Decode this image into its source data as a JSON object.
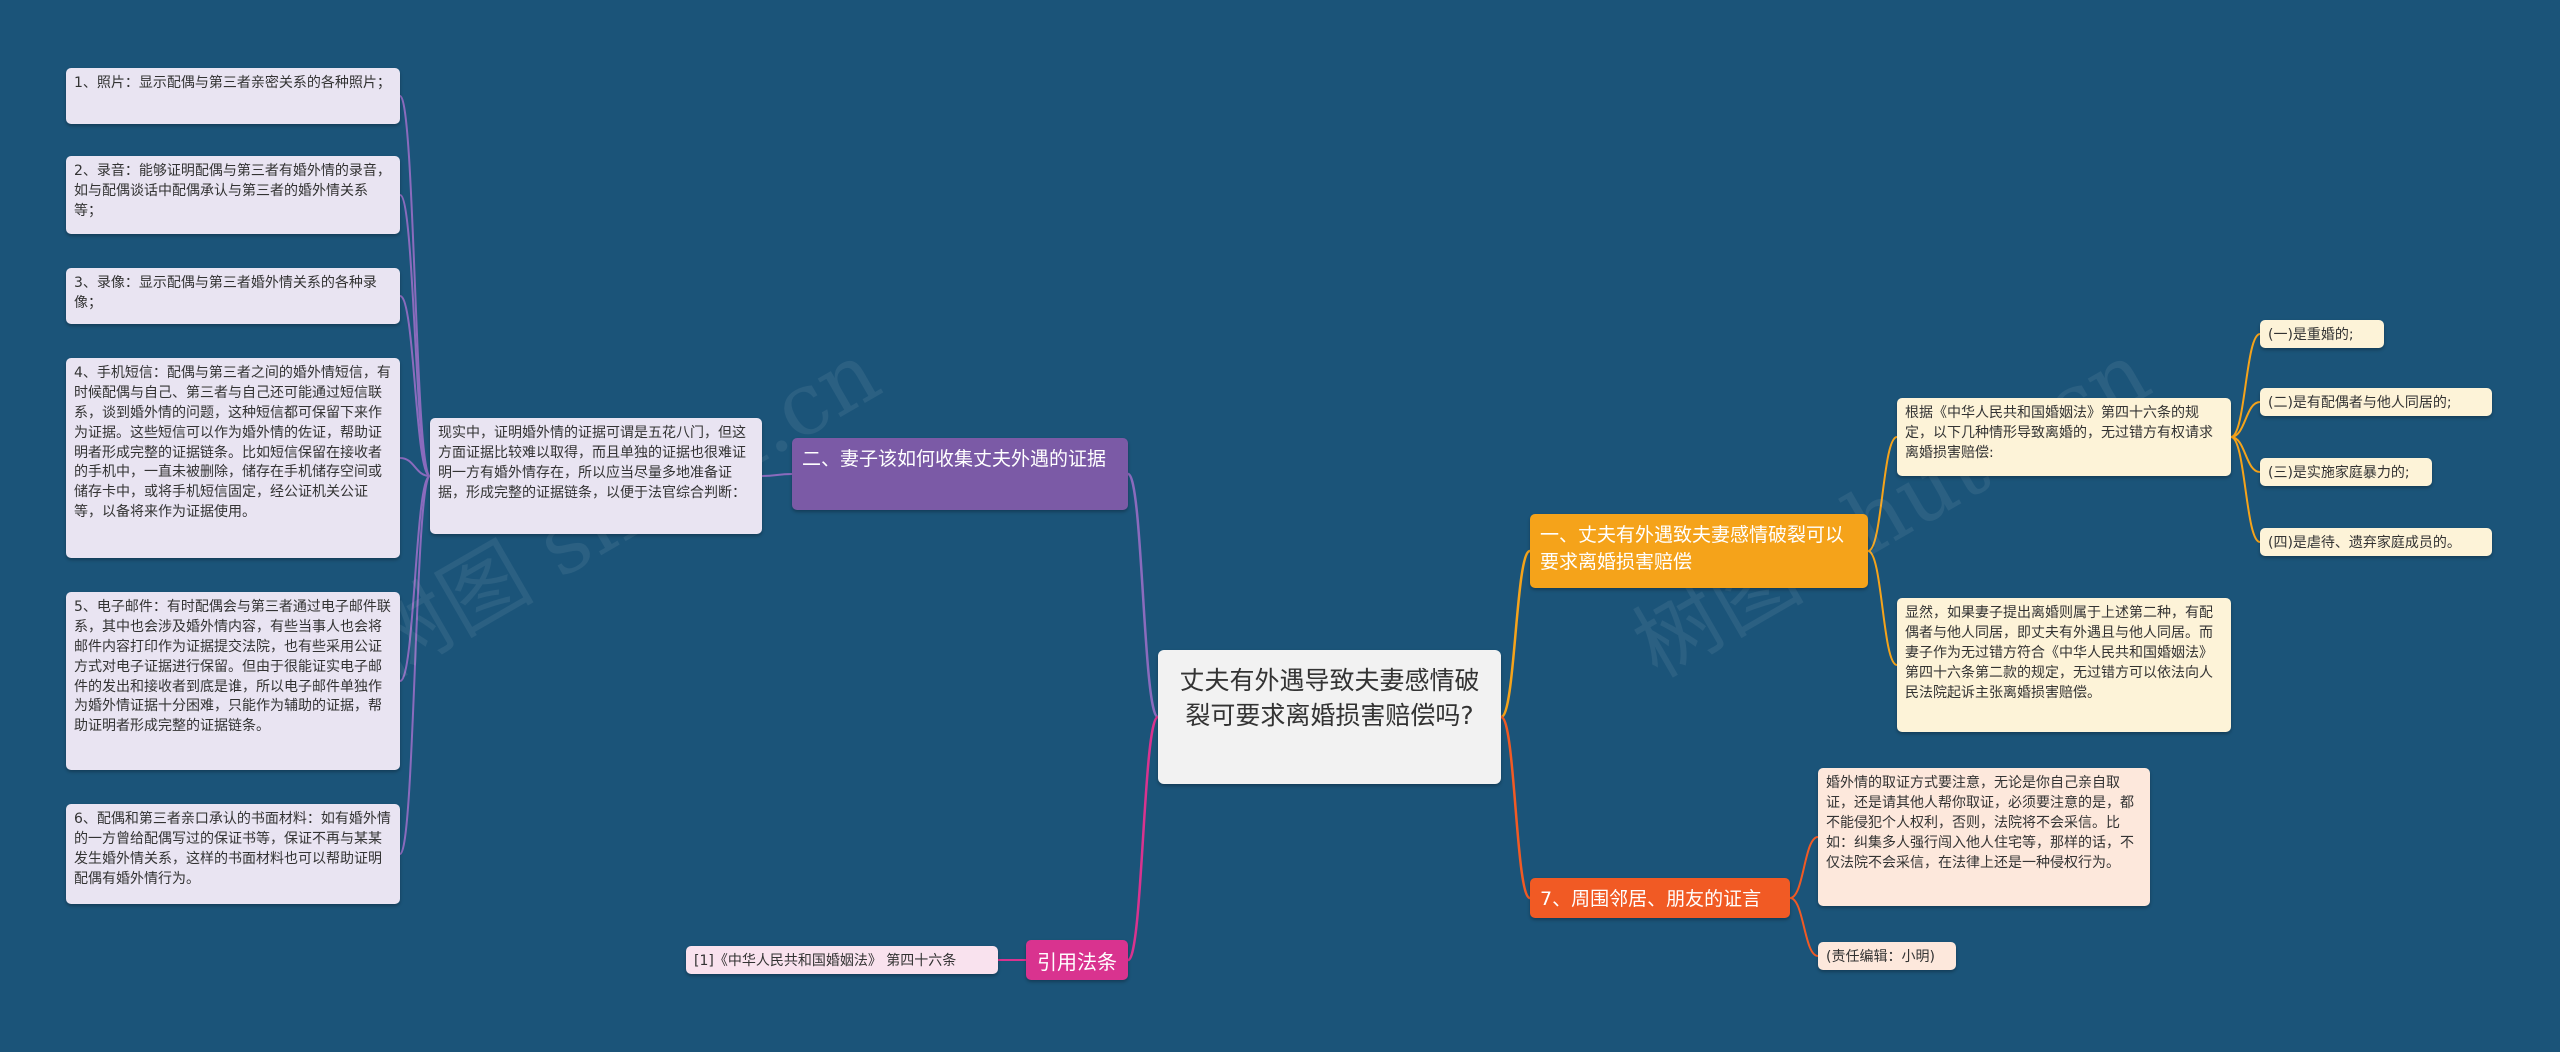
{
  "watermark": "树图 shutu.cn",
  "root": {
    "title": "丈夫有外遇导致夫妻感情破裂可要求离婚损害赔偿吗?"
  },
  "right": {
    "branch1": {
      "label": "一、丈夫有外遇致夫妻感情破裂可以要求离婚损害赔偿",
      "law_note": "根据《中华人民共和国婚姻法》第四十六条的规定，以下几种情形导致离婚的，无过错方有权请求离婚损害赔偿:",
      "items": [
        "(一)是重婚的;",
        "(二)是有配偶者与他人同居的;",
        "(三)是实施家庭暴力的;",
        "(四)是虐待、遗弃家庭成员的。"
      ],
      "conclusion": "显然，如果妻子提出离婚则属于上述第二种，有配偶者与他人同居，即丈夫有外遇且与他人同居。而妻子作为无过错方符合《中华人民共和国婚姻法》第四十六条第二款的规定，无过错方可以依法向人民法院起诉主张离婚损害赔偿。"
    },
    "branch7": {
      "label": "7、周围邻居、朋友的证言",
      "note": "婚外情的取证方式要注意，无论是你自己亲自取证，还是请其他人帮你取证，必须要注意的是，都不能侵犯个人权利，否则，法院将不会采信。比如：纠集多人强行闯入他人住宅等，那样的话，不仅法院不会采信，在法律上还是一种侵权行为。",
      "editor": "(责任编辑：小明)"
    }
  },
  "left": {
    "branch2": {
      "label": "二、妻子该如何收集丈夫外遇的证据",
      "summary": "现实中，证明婚外情的证据可谓是五花八门，但这方面证据比较难以取得，而且单独的证据也很难证明一方有婚外情存在，所以应当尽量多地准备证据，形成完整的证据链条，以便于法官综合判断：",
      "evidence": [
        "1、照片：显示配偶与第三者亲密关系的各种照片；",
        "2、录音：能够证明配偶与第三者有婚外情的录音，如与配偶谈话中配偶承认与第三者的婚外情关系等；",
        "3、录像：显示配偶与第三者婚外情关系的各种录像；",
        "4、手机短信：配偶与第三者之间的婚外情短信，有时候配偶与自己、第三者与自己还可能通过短信联系，谈到婚外情的问题，这种短信都可保留下来作为证据。这些短信可以作为婚外情的佐证，帮助证明者形成完整的证据链条。比如短信保留在接收者的手机中，一直未被删除，储存在手机储存空间或储存卡中，或将手机短信固定，经公证机关公证等，以备将来作为证据使用。",
        "5、电子邮件：有时配偶会与第三者通过电子邮件联系，其中也会涉及婚外情内容，有些当事人也会将邮件内容打印作为证据提交法院，也有些采用公证方式对电子证据进行保留。但由于很能证实电子邮件的发出和接收者到底是谁，所以电子邮件单独作为婚外情证据十分困难，只能作为辅助的证据，帮助证明者形成完整的证据链条。",
        "6、配偶和第三者亲口承认的书面材料：如有婚外情的一方曾给配偶写过的保证书等，保证不再与某某发生婚外情关系，这样的书面材料也可以帮助证明配偶有婚外情行为。"
      ]
    },
    "citation": {
      "label": "引用法条",
      "ref": "[1]《中华人民共和国婚姻法》 第四十六条"
    }
  },
  "colors": {
    "background": "#1b5479",
    "orange": "#f5a31a",
    "red": "#f15a24",
    "purple": "#7b5aa6",
    "pink": "#d9338f",
    "link_purple": "#8a6bbd",
    "link_orange": "#f5a31a",
    "link_red": "#f15a24",
    "link_pink": "#d9338f"
  }
}
